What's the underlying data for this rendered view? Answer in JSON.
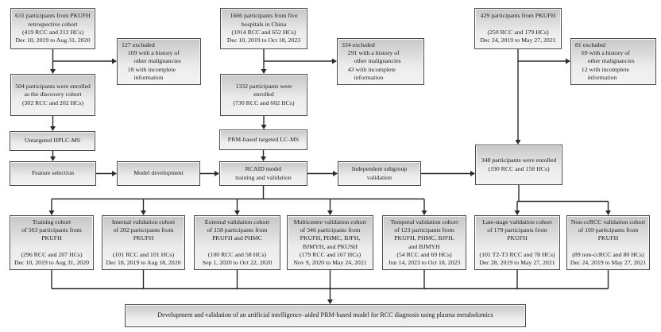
{
  "figure": {
    "sources": {
      "retrospective": "631 participants from PKUFH\nretrospective cohort\n(419 RCC and 212 HCs)\nDec 10, 2019 to Aug 31, 2020",
      "five_hospitals": "1666 participants from five\nhospitals in China\n(1014 RCC and 652 HCs)\nDec 10, 2019 to Oct 18, 2023",
      "pkufh_429": "429 participants from PKUFH\n\n(250 RCC and 179 HCs)\nDec 24, 2019 to May 27, 2021"
    },
    "excluded": {
      "discovery": "127 excluded\n    109 with a history of\n        other malignancies\n    18 with incomplete\n        information",
      "multicentre": "334 excluded\n    291 with a history of\n        other malignancies\n    43 with incomplete\n        information",
      "subgroup": "81 excluded\n    69 with a history of\n        other malignancies\n    12 with incomplete\n        information"
    },
    "enrolled": {
      "discovery_504": "504 participants were enrolled\nas the discovery cohort\n(302 RCC and 202 HCs)",
      "prm_1332": "1332 participants were\nenrolled\n(730 RCC and 602 HCs)",
      "subgroup_348": "348 participants were enrolled\n(190 RCC and 158 HCs)"
    },
    "process": {
      "untargeted": "Untargeted HPLC-MS",
      "feature_selection": "Feature selection",
      "model_development": "Model development",
      "prm_targeted": "PRM-based targeted LC-MS",
      "rcaid": "RCAID model\ntraining and validation",
      "independent_subgroup": "Independent subgroup\nvalidation"
    },
    "cohorts": [
      "Training cohort\nof 503 participants from\nPKUFH\n\n(296 RCC and 207 HCs)\nDec 10, 2019 to Aug 31, 2020",
      "Internal validation cohort\nof 202 participants from\nPKUFH\n\n(101 RCC and 101 HCs)\nDec 18, 2019 to Aug 18, 2020",
      "External validation cohort\nof 158 participants from\nPKUFH and PHMC\n\n(100 RCC and 58 HCs)\nSep 1, 2020 to Oct 22, 2020",
      "Multicentre validation cohort\nof 346 participants from\nPKUFH, PHMC, BJFH,\nBJMYH, and PKUSH\n(179 RCC and 167 HCs)\nNov 9, 2020 to May 24, 2021",
      "Temporal validation cohort\nof 123 participants from\nPKUFH, PHMC, BJFH,\nand BJMYH\n(54 RCC and 69 HCs)\nJun 14, 2023 to Oct 18, 2023",
      "Late-stage validation cohort\nof 179 participants from\nPKUFH\n\n(101 T2-T3 RCC and 78 HCs)\nDec 28, 2019 to May 27, 2021",
      "Non-ccRCC validation cohort\nof 169 participants from\nPKUFH\n\n(89 non-ccRCC and 80 HCs)\nDec 24, 2019 to May 27, 2021"
    ],
    "conclusion": "Development and validation of an artificial intelligence–aided PRM-based model for RCC diagnosis using plasma metabolomics"
  }
}
